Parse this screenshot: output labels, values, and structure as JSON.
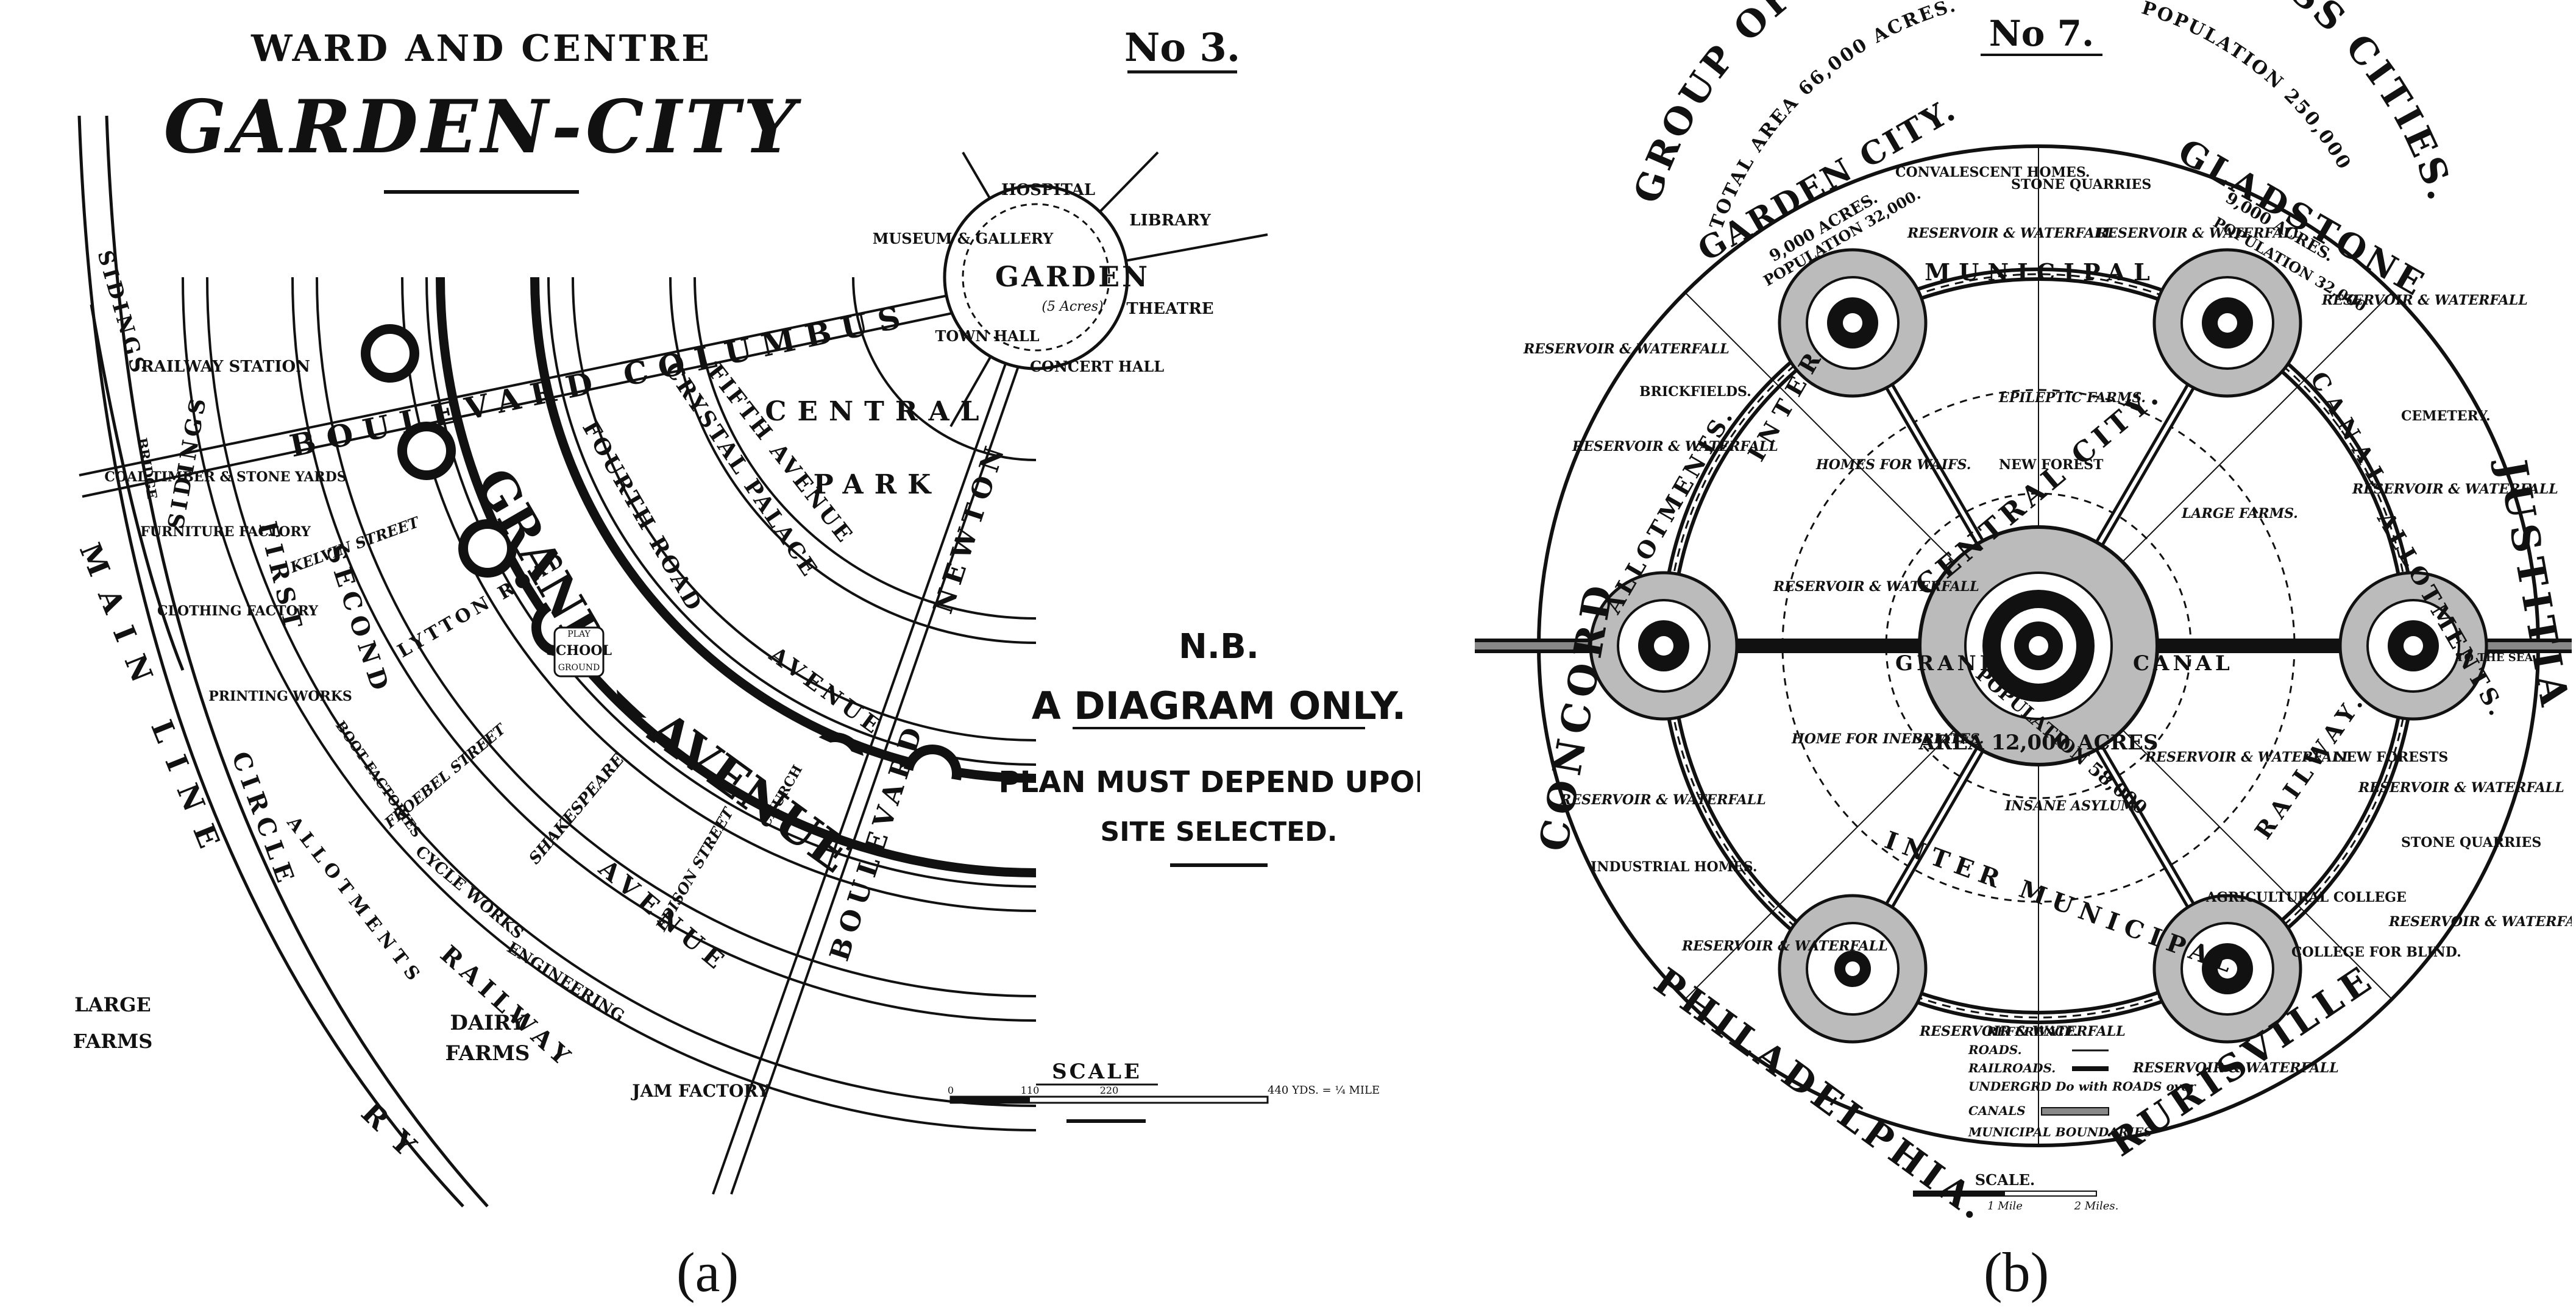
{
  "panel_a": {
    "header_small": "WARD AND CENTRE",
    "title": "GARDEN-CITY",
    "number": "No 3.",
    "nb": {
      "heading": "N.B.",
      "line1": "A DIAGRAM ONLY.",
      "line2": "PLAN MUST DEPEND UPON",
      "line3": "SITE SELECTED."
    },
    "roads": {
      "grand_avenue": "GRAND",
      "grand_avenue2": "AVENUE",
      "columbus": "BOULEVARD  COLUMBUS",
      "newton": "NEWTON",
      "boulevard_newton": "BOULEVARD",
      "crystal_palace": "CRYSTAL PALACE",
      "fifth_avenue": "FIFTH AVENUE",
      "fourth_road": "FOURTH ROAD",
      "second": "SECOND",
      "first": "FIRST",
      "circle": "CIRCLE",
      "railway": "RAILWAY",
      "main_line": "MAIN LINE",
      "ry": "RY",
      "sidings_upper": "SIDINGS",
      "sidings_lower": "SIDINGS",
      "kelvin": "KELVIN STREET",
      "lytton_road": "LYTTON ROAD",
      "froebel": "FROEBEL STREET",
      "shakespeare": "SHAKESPEARE",
      "edison": "EDISON STREET",
      "avenue_third": "AVENUE",
      "third_avenue_upper": "AVENUE"
    },
    "places": {
      "hospital": "HOSPITAL",
      "library": "LIBRARY",
      "museum": "MUSEUM & GALLERY",
      "garden": "GARDEN",
      "garden_acres": "(5 Acres)",
      "theatre": "THEATRE",
      "town_hall": "TOWN HALL",
      "concert_hall": "CONCERT HALL",
      "central_park_1": "CENTRAL",
      "central_park_2": "PARK",
      "railway_station": "RAILWAY STATION",
      "bridge": "BRIDGE",
      "coal_yards": "COAL TIMBER & STONE YARDS",
      "furniture": "FURNITURE FACTORY",
      "clothing": "CLOTHING FACTORY",
      "printing": "PRINTING WORKS",
      "boot": "BOOT FACTORIES",
      "cycle": "CYCLE WORKS",
      "engineering": "ENGINEERING",
      "jam": "JAM FACTORY",
      "allotments": "ALLOTMENTS",
      "dairy": "DAIRY",
      "dairy2": "FARMS",
      "large_farms_1": "LARGE",
      "large_farms_2": "FARMS",
      "play_school": "SCHOOL",
      "play": "PLAY",
      "ground": "GROUND",
      "church": "CHURCH"
    },
    "scale": {
      "label": "SCALE",
      "ticks": [
        "0",
        "110",
        "220",
        "440 YDS. = ¼ MILE"
      ]
    }
  },
  "panel_b": {
    "number": "No 7.",
    "title": "GROUP OF SLUMLESS SMOKELESS CITIES.",
    "subtitle_left": "TOTAL AREA 66,000 ACRES.",
    "subtitle_right": "POPULATION 250,000",
    "cities": {
      "garden_city": "GARDEN CITY.",
      "garden_city_acres": "9,000 ACRES.",
      "garden_city_pop": "POPULATION 32,000.",
      "gladstone": "GLADSTONE",
      "gladstone_acres": "9,000 ACRES.",
      "gladstone_pop": "POPULATION 32,000",
      "concord": "CONCORD",
      "justitia": "JUSTITIA",
      "philadelphia": "PHILADELPHIA.",
      "rurisville": "RURISVILLE",
      "central_city": "CENTRAL CITY.",
      "central_pop": "POPULATION 58,000",
      "central_area": "AREA 12,000 ACRES"
    },
    "features": {
      "convalescent": "CONVALESCENT HOMES.",
      "stone_quarries_top": "STONE QUARRIES",
      "reservoir": "RESERVOIR & WATERFALL",
      "brickfields": "BRICKFIELDS.",
      "cemetery": "CEMETERY.",
      "epileptic": "EPILEPTIC FARMS.",
      "new_forest": "NEW FOREST",
      "homes_waifs": "HOMES FOR WAIFS.",
      "large_farms": "LARGE FARMS.",
      "home_inebriates": "HOME FOR INEBRIATES.",
      "insane_asylum": "INSANE ASYLUM.",
      "industrial_homes": "INDUSTRIAL HOMES.",
      "agricultural_college": "AGRICULTURAL COLLEGE",
      "college_blind": "COLLEGE FOR BLIND.",
      "new_forests": "NEW FORESTS",
      "stone_quarries_right": "STONE QUARRIES",
      "allotments": "ALLOTMENTS.",
      "to_the_sea": "TO THE SEA",
      "inter_municipal": "INTER MUNICIPAL",
      "railway": "RAILWAY.",
      "grand": "GRAND",
      "canal": "CANAL",
      "municipal": "MUNICIPAL",
      "inter": "INTER",
      "canal2": "CANAL"
    },
    "reference": {
      "heading": "REFERENCE.",
      "items": [
        "ROADS.",
        "RAILROADS.",
        "UNDERGRD Do with ROADS over",
        "CANALS",
        "MUNICIPAL BOUNDARIES"
      ]
    },
    "scale": {
      "label": "SCALE.",
      "ticks": [
        "1 Mile",
        "2 Miles."
      ]
    }
  },
  "captions": {
    "a": "(a)",
    "b": "(b)"
  }
}
